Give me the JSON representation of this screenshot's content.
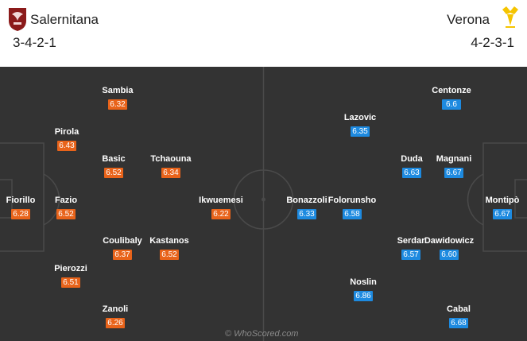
{
  "home": {
    "name": "Salernitana",
    "formation": "3-4-2-1",
    "logo_icon": "salernitana-crest-icon",
    "color": "#e8631a",
    "players": [
      {
        "name": "Sambia",
        "rating": "6.32"
      },
      {
        "name": "Pirola",
        "rating": "6.43"
      },
      {
        "name": "Basic",
        "rating": "6.52"
      },
      {
        "name": "Tchaouna",
        "rating": "6.34"
      },
      {
        "name": "Fiorillo",
        "rating": "6.28"
      },
      {
        "name": "Fazio",
        "rating": "6.52"
      },
      {
        "name": "Ikwuemesi",
        "rating": "6.22"
      },
      {
        "name": "Coulibaly",
        "rating": "6.37"
      },
      {
        "name": "Kastanos",
        "rating": "6.52"
      },
      {
        "name": "Pierozzi",
        "rating": "6.51"
      },
      {
        "name": "Zanoli",
        "rating": "6.26"
      }
    ]
  },
  "away": {
    "name": "Verona",
    "formation": "4-2-3-1",
    "logo_icon": "verona-crest-icon",
    "color": "#1d8ae0",
    "players": [
      {
        "name": "Centonze",
        "rating": "6.6"
      },
      {
        "name": "Lazovic",
        "rating": "6.35"
      },
      {
        "name": "Duda",
        "rating": "6.63"
      },
      {
        "name": "Magnani",
        "rating": "6.67"
      },
      {
        "name": "Bonazzoli",
        "rating": "6.33"
      },
      {
        "name": "Folorunsho",
        "rating": "6.58"
      },
      {
        "name": "Montipò",
        "rating": "6.67"
      },
      {
        "name": "Serdar",
        "rating": "6.57"
      },
      {
        "name": "Dawidowicz",
        "rating": "6.60"
      },
      {
        "name": "Noslin",
        "rating": "6.86"
      },
      {
        "name": "Cabal",
        "rating": "6.68"
      }
    ]
  },
  "watermark": "© WhoScored.com"
}
